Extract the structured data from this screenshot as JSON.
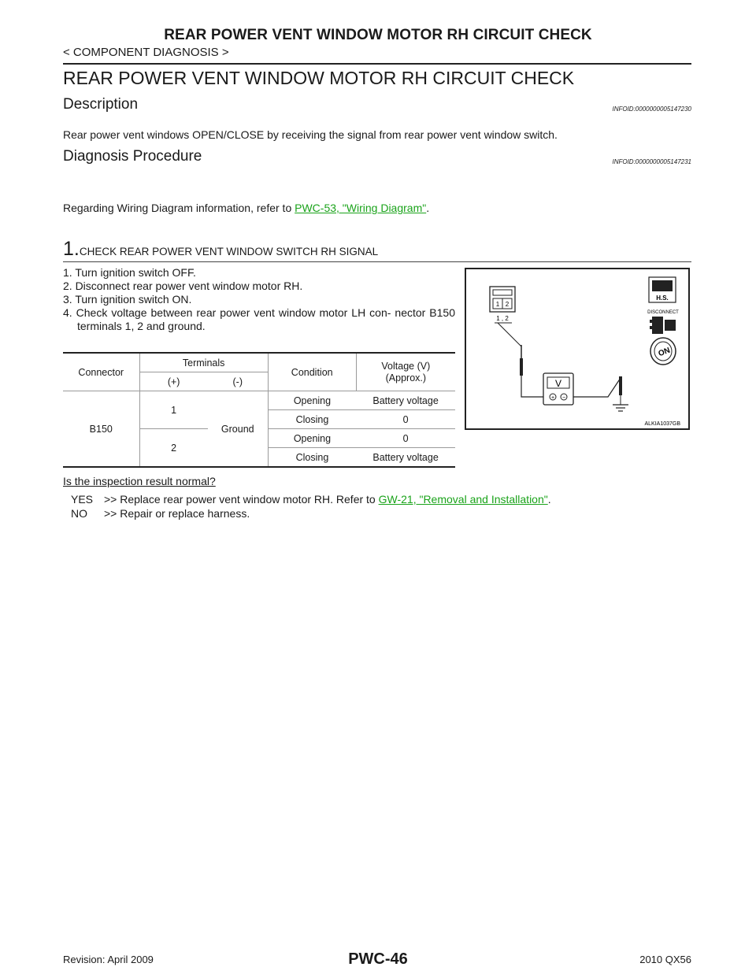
{
  "header": {
    "running_title": "REAR POWER VENT WINDOW MOTOR RH CIRCUIT CHECK",
    "section": "< COMPONENT DIAGNOSIS >"
  },
  "page_title": "REAR POWER VENT WINDOW MOTOR RH CIRCUIT CHECK",
  "description": {
    "heading": "Description",
    "infoid": "INFOID:0000000005147230",
    "text": "Rear power vent windows OPEN/CLOSE by receiving the signal from rear power vent window switch."
  },
  "diagnosis": {
    "heading": "Diagnosis Procedure",
    "infoid": "INFOID:0000000005147231",
    "intro_prefix": "Regarding Wiring Diagram information, refer to ",
    "intro_link": "PWC-53, \"Wiring Diagram\"",
    "intro_suffix": "."
  },
  "step1": {
    "number": "1.",
    "title": "CHECK REAR POWER VENT WINDOW SWITCH RH SIGNAL",
    "items": [
      "1. Turn ignition switch OFF.",
      "2. Disconnect rear power vent window motor RH.",
      "3. Turn ignition switch ON.",
      "4. Check voltage between rear power vent window motor LH con- nector B150 terminals 1, 2 and ground."
    ]
  },
  "table": {
    "h_connector": "Connector",
    "h_terminals": "Terminals",
    "h_condition": "Condition",
    "h_voltage": "Voltage (V)",
    "h_approx": "(Approx.)",
    "h_plus": "(+)",
    "h_minus": "(-)",
    "connector": "B150",
    "ground": "Ground",
    "rows": [
      {
        "terminal": "1",
        "condition": "Opening",
        "voltage": "Battery voltage"
      },
      {
        "terminal": "",
        "condition": "Closing",
        "voltage": "0"
      },
      {
        "terminal": "2",
        "condition": "Opening",
        "voltage": "0"
      },
      {
        "terminal": "",
        "condition": "Closing",
        "voltage": "Battery voltage"
      }
    ]
  },
  "figure": {
    "terminals_label": "1 , 2",
    "pin1": "1",
    "pin2": "2",
    "meter_symbol": "V",
    "plus": "+",
    "minus": "−",
    "hs_label": "H.S.",
    "disconnect_label": "DISCONNECT",
    "on_label": "ON",
    "code": "ALKIA1037GB"
  },
  "question": "Is the inspection result normal?",
  "results": {
    "yes_key": "YES",
    "yes_prefix": ">> Replace rear power vent window motor RH. Refer to ",
    "yes_link": "GW-21, \"Removal and Installation\"",
    "yes_suffix": ".",
    "no_key": "NO",
    "no_text": ">> Repair or replace harness."
  },
  "footer": {
    "revision": "Revision: April 2009",
    "page": "PWC-46",
    "model": "2010 QX56"
  }
}
